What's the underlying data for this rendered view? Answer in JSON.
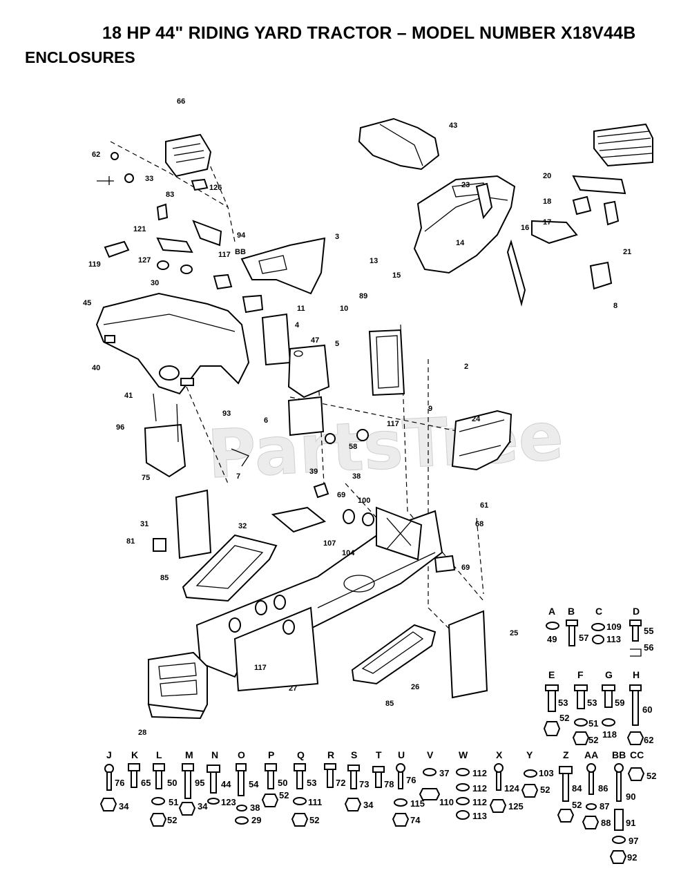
{
  "title": "18 HP 44\" RIDING YARD TRACTOR – MODEL NUMBER X18V44B",
  "subtitle": "ENCLOSURES",
  "watermark": "PartsTree",
  "callouts": [
    "66",
    "62",
    "33",
    "126",
    "83",
    "121",
    "94",
    "119",
    "127",
    "30",
    "117",
    "BB",
    "3",
    "43",
    "23",
    "20",
    "18",
    "21",
    "17",
    "16",
    "15",
    "13",
    "14",
    "89",
    "2",
    "10",
    "47",
    "5",
    "45",
    "40",
    "41",
    "93",
    "96",
    "75",
    "7",
    "6",
    "24",
    "58",
    "117",
    "39",
    "38",
    "69",
    "100",
    "61",
    "68",
    "31",
    "81",
    "32",
    "85",
    "107",
    "104",
    "69",
    "117",
    "25",
    "27",
    "26",
    "28",
    "85",
    "11",
    "4",
    "9",
    "8"
  ],
  "hardware": [
    {
      "letter": "A",
      "parts": [
        "49"
      ]
    },
    {
      "letter": "B",
      "parts": [
        "57"
      ]
    },
    {
      "letter": "C",
      "parts": [
        "109",
        "113"
      ]
    },
    {
      "letter": "D",
      "parts": [
        "55",
        "56"
      ]
    },
    {
      "letter": "E",
      "parts": [
        "53",
        "52"
      ]
    },
    {
      "letter": "F",
      "parts": [
        "53",
        "51",
        "52"
      ]
    },
    {
      "letter": "G",
      "parts": [
        "59",
        "118"
      ]
    },
    {
      "letter": "H",
      "parts": [
        "60",
        "62"
      ]
    },
    {
      "letter": "J",
      "parts": [
        "76",
        "34"
      ]
    },
    {
      "letter": "K",
      "parts": [
        "65"
      ]
    },
    {
      "letter": "L",
      "parts": [
        "50",
        "51",
        "52"
      ]
    },
    {
      "letter": "M",
      "parts": [
        "95",
        "34"
      ]
    },
    {
      "letter": "N",
      "parts": [
        "44",
        "123",
        "38",
        "29"
      ]
    },
    {
      "letter": "O",
      "parts": [
        "54"
      ]
    },
    {
      "letter": "P",
      "parts": [
        "50",
        "52"
      ]
    },
    {
      "letter": "Q",
      "parts": [
        "53",
        "111",
        "52"
      ]
    },
    {
      "letter": "R",
      "parts": [
        "72"
      ]
    },
    {
      "letter": "S",
      "parts": [
        "73",
        "34"
      ]
    },
    {
      "letter": "T",
      "parts": [
        "78"
      ]
    },
    {
      "letter": "U",
      "parts": [
        "76",
        "115",
        "74"
      ]
    },
    {
      "letter": "V",
      "parts": [
        "37",
        "110"
      ]
    },
    {
      "letter": "W",
      "parts": [
        "112",
        "112",
        "112",
        "113"
      ]
    },
    {
      "letter": "X",
      "parts": [
        "124",
        "125"
      ]
    },
    {
      "letter": "Y",
      "parts": [
        "103",
        "52"
      ]
    },
    {
      "letter": "Z",
      "parts": [
        "84",
        "52"
      ]
    },
    {
      "letter": "AA",
      "parts": [
        "86",
        "87",
        "88"
      ]
    },
    {
      "letter": "BB",
      "parts": [
        "90",
        "91",
        "97",
        "92"
      ]
    },
    {
      "letter": "CC",
      "parts": [
        "52"
      ]
    }
  ]
}
